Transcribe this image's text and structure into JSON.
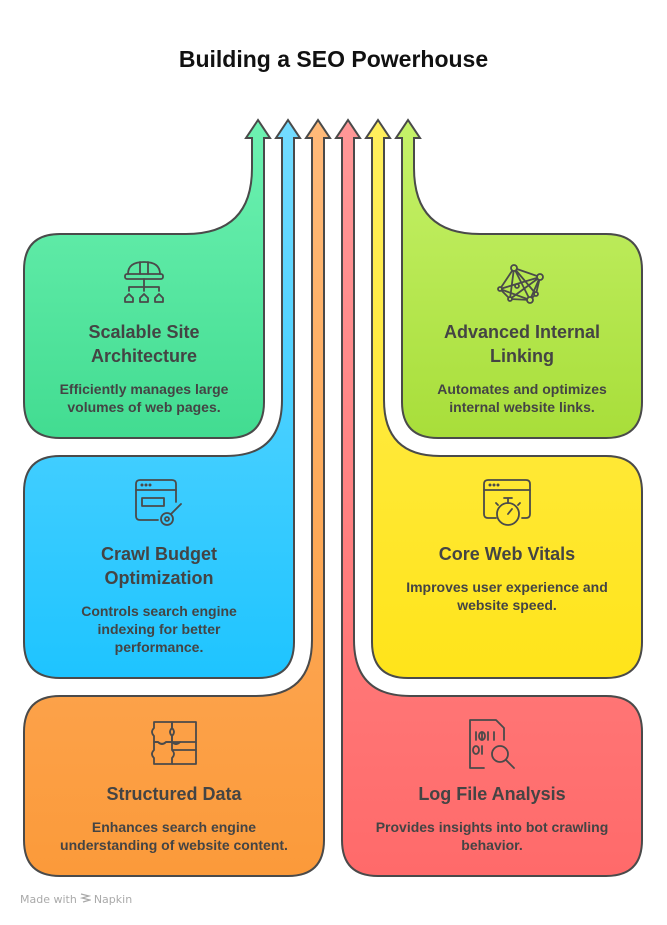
{
  "title": "Building a SEO Powerhouse",
  "cards": [
    {
      "id": "scalable",
      "title_lines": [
        "Scalable Site",
        "Architecture"
      ],
      "description_lines": [
        "Efficiently manages large",
        "volumes of web pages."
      ],
      "icon": "hierarchy-helmet-icon",
      "color_top": "#6EF2B2",
      "color_bottom": "#42DC91"
    },
    {
      "id": "internal-linking",
      "title_lines": [
        "Advanced Internal",
        "Linking"
      ],
      "description_lines": [
        "Automates and optimizes",
        "internal website links."
      ],
      "icon": "network-mesh-icon",
      "color_top": "#C6F26A",
      "color_bottom": "#A8DE3A"
    },
    {
      "id": "crawl-budget",
      "title_lines": [
        "Crawl Budget",
        "Optimization"
      ],
      "description_lines": [
        "Controls search engine",
        "indexing for better",
        "performance."
      ],
      "icon": "browser-key-icon",
      "color_top": "#74DCFF",
      "color_bottom": "#1EC4FF"
    },
    {
      "id": "core-web-vitals",
      "title_lines": [
        "Core Web Vitals"
      ],
      "description_lines": [
        "Improves user experience and",
        "website speed."
      ],
      "icon": "browser-stopwatch-icon",
      "color_top": "#FFEF5E",
      "color_bottom": "#FFE41A"
    },
    {
      "id": "structured-data",
      "title_lines": [
        "Structured Data"
      ],
      "description_lines": [
        "Enhances search engine",
        "understanding of website content."
      ],
      "icon": "puzzle-icon",
      "color_top": "#FFBA7A",
      "color_bottom": "#FB9A3A"
    },
    {
      "id": "log-file",
      "title_lines": [
        "Log File Analysis"
      ],
      "description_lines": [
        "Provides insights into bot crawling",
        "behavior."
      ],
      "icon": "binary-file-search-icon",
      "color_top": "#FF9898",
      "color_bottom": "#FF6A6A"
    }
  ],
  "footer": {
    "made_with": "Made with",
    "brand": "Napkin"
  }
}
